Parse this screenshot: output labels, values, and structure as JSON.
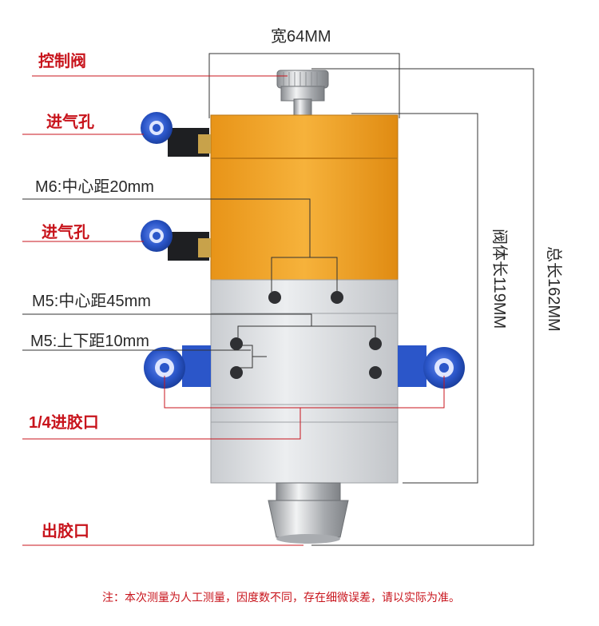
{
  "labels": {
    "width": "宽64MM",
    "control_valve": "控制阀",
    "air_inlet_1": "进气孔",
    "m6_spacing": "M6:中心距20mm",
    "air_inlet_2": "进气孔",
    "m5_spacing": "M5:中心距45mm",
    "m5_vertical": "M5:上下距10mm",
    "glue_inlet": "1/4进胶口",
    "glue_outlet": "出胶口",
    "body_length": "阀体长119MM",
    "total_length": "总长162MM",
    "note": "注：本次测量为人工测量，因度数不同，存在细微误差，请以实际为准。"
  },
  "colors": {
    "accent_red": "#c8141c",
    "orange_body": "#f0a52a",
    "aluminum": "#d9dbde",
    "fitting_blue": "#2b56c9"
  }
}
